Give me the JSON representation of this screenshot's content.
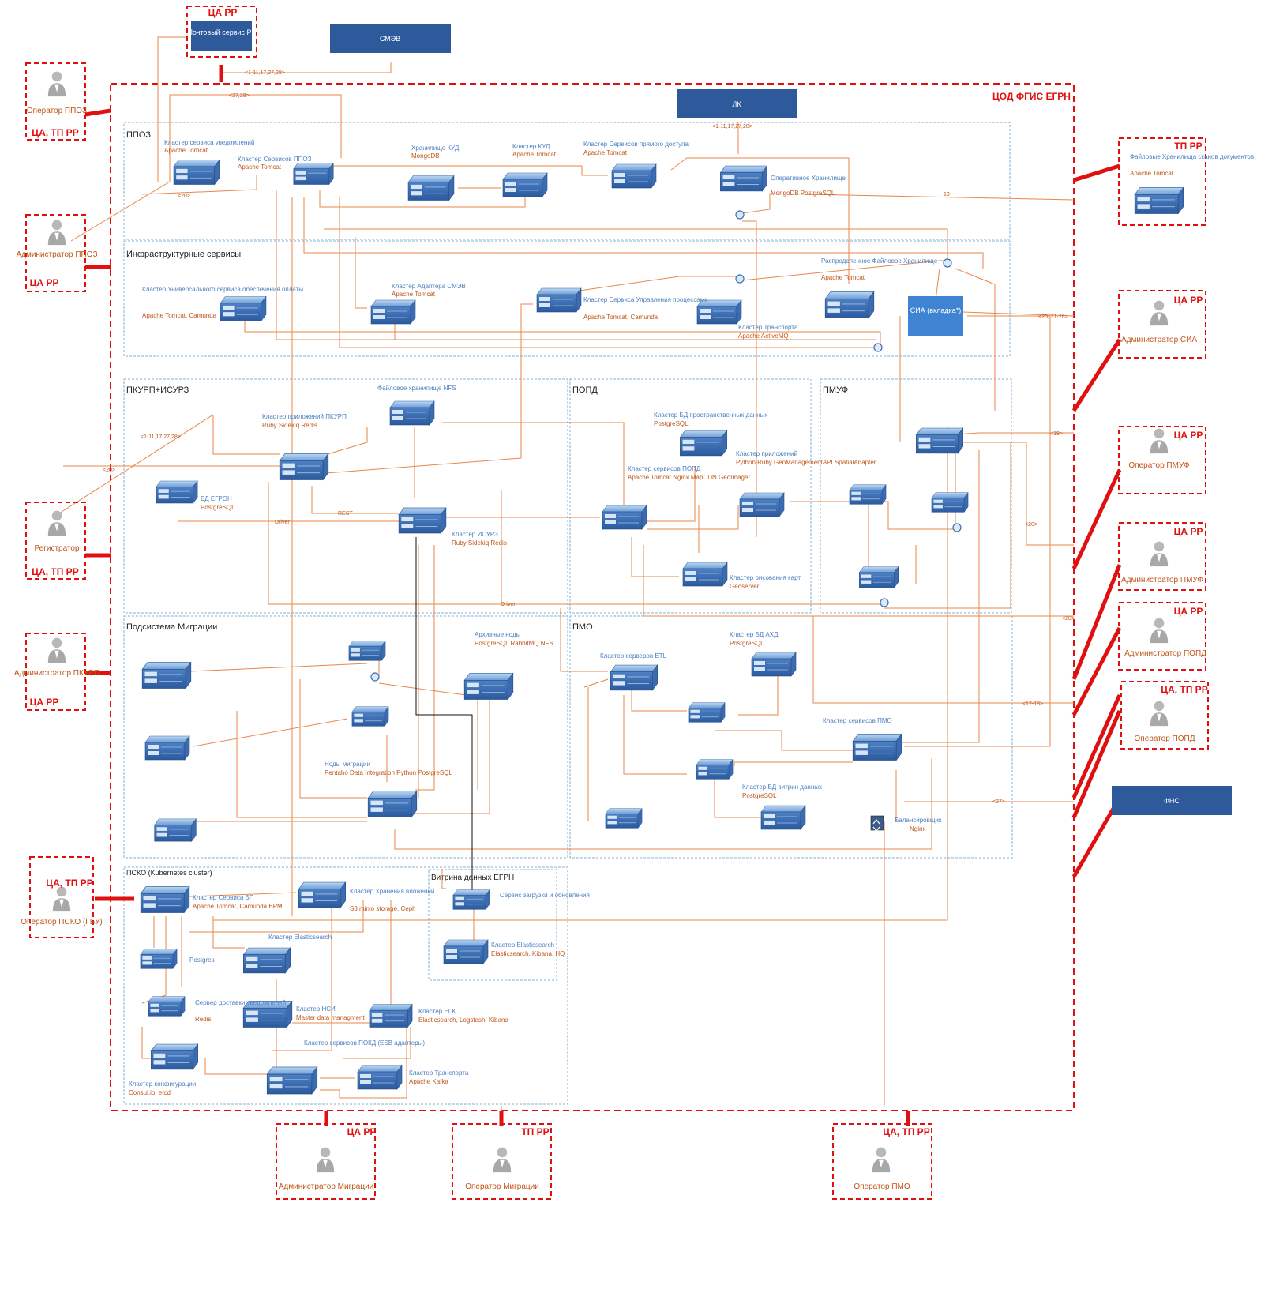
{
  "colors": {
    "red": "#e01010",
    "orange": "#e8874a",
    "zone": "#7fb2d9",
    "box": "#2e5a9c"
  },
  "boxes": {
    "post_service": "Почтовый сервис РР",
    "smev": "СМЭВ",
    "lk": "ЛК",
    "fns": "ФНС",
    "sia": "СИА (вкладка*)"
  },
  "titles": {
    "cod": "ЦОД ФГИС ЕГРН",
    "ppoz": "ППОЗ",
    "infra": "Инфраструктурные сервисы",
    "pkurp": "ПКУРП+ИСУРЗ",
    "popd": "ПОПД",
    "pmuf": "ПМУФ",
    "migr": "Подсистема Миграции",
    "pmo": "ПМО",
    "psko": "ПСКО (Kubernetes cluster)",
    "vitrina": "Витрина данных ЕГРН"
  },
  "actors": [
    {
      "role": "ЦА РР",
      "name": "Почтовый сервис РР"
    },
    {
      "role": "ЦА, ТП РР",
      "name": "Оператор ППОЗ"
    },
    {
      "role": "ЦА РР",
      "name": "Администратор ППОЗ"
    },
    {
      "role": "ЦА, ТП РР",
      "name": "Регистратор"
    },
    {
      "role": "ЦА РР",
      "name": "Администратор ПКУРП"
    },
    {
      "role": "ЦА, ТП РР",
      "name": "Оператор ПСКО (ГБУ)"
    },
    {
      "role": "ЦА РР",
      "name": "Администратор Миграции"
    },
    {
      "role": "ТП РР",
      "name": "Оператор Миграции"
    },
    {
      "role": "ЦА, ТП РР",
      "name": "Оператор ПМО"
    },
    {
      "role": "ТП РР",
      "name": "Файловые Хранилища сканов документов"
    },
    {
      "role": "ЦА РР",
      "name": "Администратор СИА"
    },
    {
      "role": "ЦА РР",
      "name": "Оператор ПМУФ"
    },
    {
      "role": "ЦА РР",
      "name": "Администратор ПМУФ"
    },
    {
      "role": "ЦА РР",
      "name": "Администратор ПОПД"
    },
    {
      "role": "ЦА, ТП РР",
      "name": "Оператор ПОПД"
    }
  ],
  "nodes": [
    {
      "name": "Кластер сервиса уведомлений",
      "tech": "Apache Tomcat"
    },
    {
      "name": "Кластер Сервисов ППОЗ",
      "tech": "Apache Tomcat"
    },
    {
      "name": "Хранилище КУД",
      "tech": "MongoDB"
    },
    {
      "name": "Кластер КУД",
      "tech": "Apache Tomcat"
    },
    {
      "name": "Кластер Сервисов прямого доступа",
      "tech": "Apache Tomcat"
    },
    {
      "name": "Оперативное Хранилище",
      "tech": "MongoDB PostgreSQL"
    },
    {
      "name": "Файловые Хранилища сканов документов",
      "tech": "Apache Tomcat"
    },
    {
      "name": "Кластер Универсального сервиса обеспечения оплаты",
      "tech": "Apache Tomcat, Camunda"
    },
    {
      "name": "Кластер Адаптера СМЭВ",
      "tech": "Apache Tomcat"
    },
    {
      "name": "Кластер Сервиса Управления процессами",
      "tech": "Apache Tomcat, Camunda"
    },
    {
      "name": "Кластер Транспорта",
      "tech": "Apache ActiveMQ"
    },
    {
      "name": "Распределенное Файловое Хранилище",
      "tech": "Apache Tomcat"
    },
    {
      "name": "Файловое хранилище NFS",
      "tech": ""
    },
    {
      "name": "Кластер приложений ПКУРП",
      "tech": "Ruby Sidekiq Redis"
    },
    {
      "name": "БД ЕГРОН",
      "tech": "PostgreSQL"
    },
    {
      "name": "Кластер ИСУРЗ",
      "tech": "Ruby Sidekiq Redis"
    },
    {
      "name": "Кластер БД пространственных данных",
      "tech": "PostgreSQL"
    },
    {
      "name": "Кластер сервисов ПОПД",
      "tech": "Apache Tomcat Nginx MapCDN GeoImager"
    },
    {
      "name": "Кластер приложений",
      "tech": "Python Ruby GeoManagementAPI SpatialAdapter"
    },
    {
      "name": "Кластер рисования карт",
      "tech": "Geoserver"
    },
    {
      "name": "Архивные ноды",
      "tech": "PostgreSQL RabbitMQ NFS"
    },
    {
      "name": "Ноды миграции",
      "tech": "Pentaho Data Integration Python PostgreSQL"
    },
    {
      "name": "Кластер серверов ETL",
      "tech": ""
    },
    {
      "name": "Кластер БД АХД",
      "tech": "PostgreSQL"
    },
    {
      "name": "Кластер сервисов ПМО",
      "tech": ""
    },
    {
      "name": "Кластер БД витрин данных",
      "tech": "PostgreSQL"
    },
    {
      "name": "Балансировщик",
      "tech": "Nginx"
    },
    {
      "name": "Кластер Сервиса БП",
      "tech": "Apache Tomcat, Camunda BPM"
    },
    {
      "name": "Кластер Хранения вложений",
      "tech": "S3 minio storage, Ceph"
    },
    {
      "name": "Кластер Elasticsearch",
      "tech": ""
    },
    {
      "name": "Postgres",
      "tech": ""
    },
    {
      "name": "Сервер доставки уведомлений",
      "tech": "Redis"
    },
    {
      "name": "Кластер НСИ",
      "tech": "Master data managment"
    },
    {
      "name": "Кластер ELK",
      "tech": "Elasticsearch, Logstash, Kibana"
    },
    {
      "name": "Кластер сервисов ПОКД (ESB адаптеры)",
      "tech": ""
    },
    {
      "name": "Кластер Транспорта",
      "tech": "Apache Kafka"
    },
    {
      "name": "Кластер конфигурации",
      "tech": "Consul.io, etcd"
    },
    {
      "name": "Сервис загрузки и обновления",
      "tech": ""
    },
    {
      "name": "Кластер Elasticsearch",
      "tech": "Elasticsearch, Kibana, HQ"
    }
  ],
  "edge_labels": [
    "<1-11,17,27,28>",
    "<27,28>",
    "<1-11,17,27,28>",
    "<20>",
    "10",
    "<20, 21-26>",
    "<19>",
    "<20>",
    "<20>",
    "<12-18>",
    "<27>",
    "<1-11,17,27,28>",
    "<20>",
    "REST",
    "Driver",
    "Driver"
  ]
}
